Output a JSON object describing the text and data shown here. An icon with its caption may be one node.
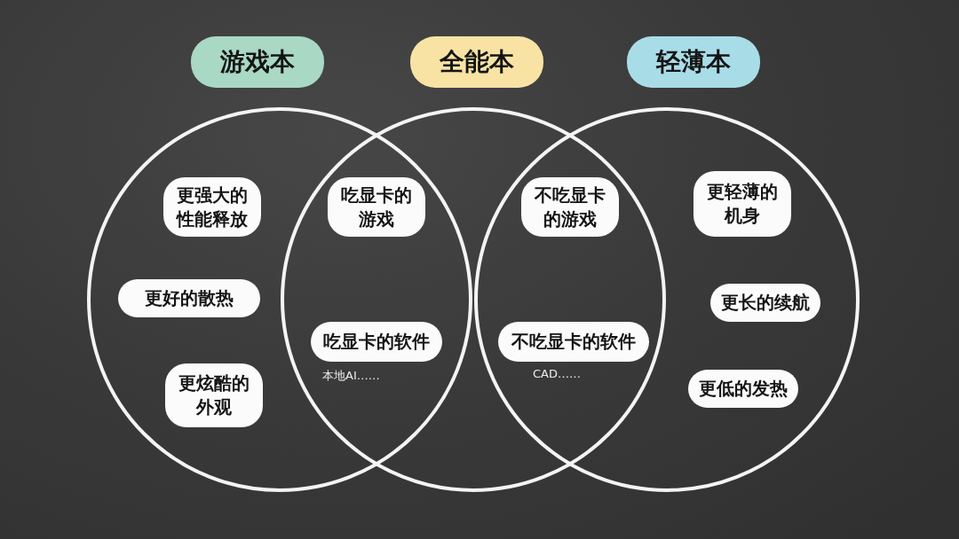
{
  "diagram": {
    "nodes": [
      {
        "text": [
          "游戏本"
        ]
      },
      {
        "text": [
          "全能本"
        ]
      },
      {
        "text": [
          "轻薄本"
        ]
      },
      {
        "text": [],
        "shape": "circle"
      },
      {
        "text": [],
        "shape": "circle"
      },
      {
        "text": [],
        "shape": "circle"
      },
      {
        "text": [
          "更强大的性能释放"
        ],
        "in": 3
      },
      {
        "text": [
          "更好的散热"
        ],
        "in": 3
      },
      {
        "text": [
          "更炫酷的外观"
        ],
        "in": 3
      },
      {
        "text": [
          "吃显卡的游戏"
        ]
      },
      {
        "text": [
          "吃显卡的软件"
        ]
      },
      {
        "text": [
          "不吃显卡的游戏"
        ]
      },
      {
        "text": [
          "不吃显卡的软件"
        ]
      },
      {
        "text": [
          "更轻薄的机身"
        ],
        "in": 5
      },
      {
        "text": [
          "更长的续航"
        ],
        "in": 5
      },
      {
        "text": [
          "更低的发热"
        ],
        "in": 5
      }
    ],
    "labels": [
      "本地AI……",
      "CAD……"
    ]
  }
}
